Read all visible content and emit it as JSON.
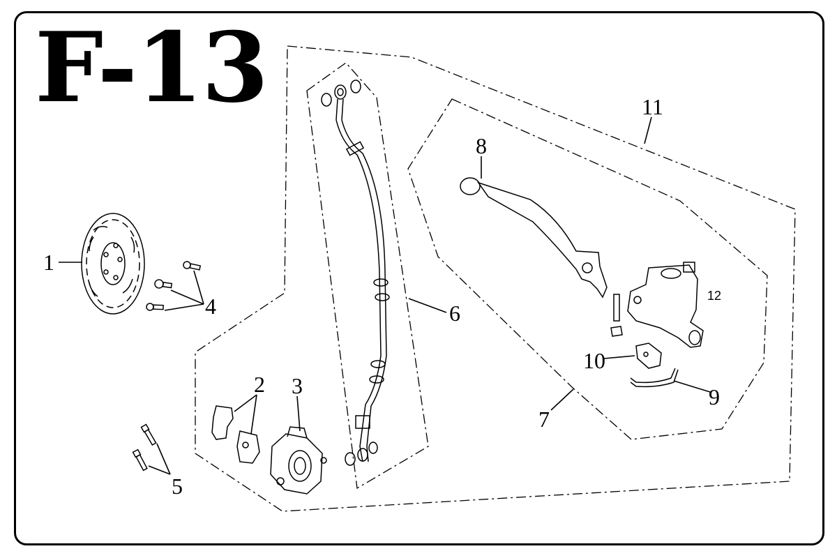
{
  "title": "F-13",
  "callouts": {
    "c1": "1",
    "c2": "2",
    "c3": "3",
    "c4": "4",
    "c5": "5",
    "c6": "6",
    "c7": "7",
    "c8": "8",
    "c9": "9",
    "c10": "10",
    "c11": "11",
    "c12": "12"
  },
  "parts": [
    {
      "callout": "1",
      "icon": "brake-disc-icon"
    },
    {
      "callout": "2",
      "icon": "brake-pad-icon"
    },
    {
      "callout": "3",
      "icon": "brake-caliper-icon"
    },
    {
      "callout": "4",
      "icon": "disc-bolt-icon"
    },
    {
      "callout": "5",
      "icon": "caliper-bolt-icon"
    },
    {
      "callout": "6",
      "icon": "brake-hose-icon"
    },
    {
      "callout": "7",
      "icon": "assembly-group-icon"
    },
    {
      "callout": "8",
      "icon": "brake-lever-icon"
    },
    {
      "callout": "9",
      "icon": "switch-wire-icon"
    },
    {
      "callout": "10",
      "icon": "brake-switch-icon"
    },
    {
      "callout": "11",
      "icon": "assembly-group-icon"
    },
    {
      "callout": "12",
      "icon": "master-cylinder-icon"
    }
  ]
}
